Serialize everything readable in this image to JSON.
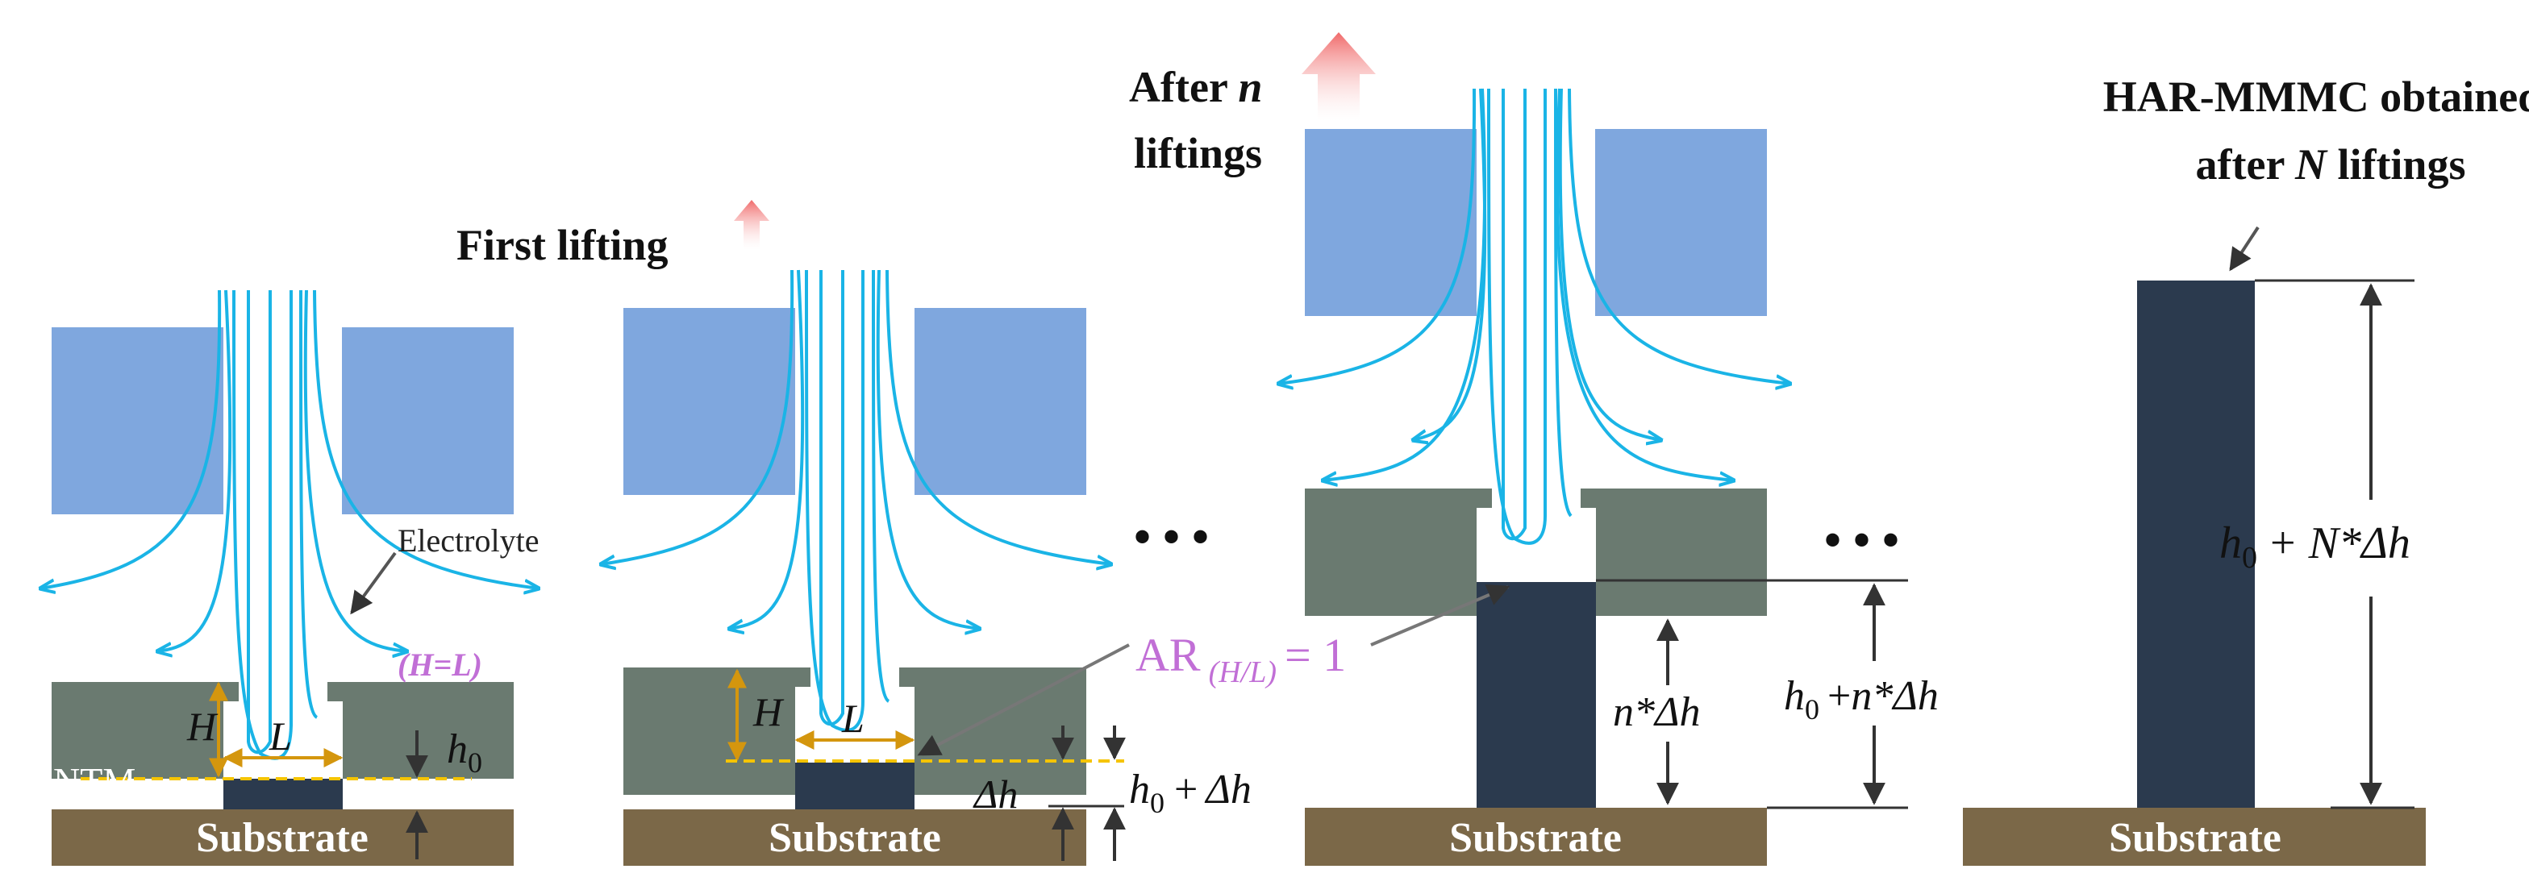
{
  "colors": {
    "electrode": "#7FA7DE",
    "ntm_mask": "#6A7A70",
    "deposit": "#2B3A4E",
    "substrate": "#7B6848",
    "flow": "#1AB4E6",
    "dimension_gold": "#D4960E",
    "ar_purple": "#C16FD6",
    "arrow_red": "#F06A6A"
  },
  "labels": {
    "first_lifting": "First lifting",
    "after_n_word": "After ",
    "after_n_var": "n",
    "liftings": "liftings",
    "har_line1": "HAR-MMMC obtained",
    "har_line2_pre": "after ",
    "har_line2_var": "N",
    "har_line2_post": " liftings",
    "electrolyte": "Electrolyte",
    "ntm": "NTM",
    "substrate": "Substrate",
    "ellipsis": "• • •",
    "H": "H",
    "L": "L",
    "h": "h",
    "sub0": "0",
    "h_eq_l": "(H=L)",
    "ar_main": "AR",
    "ar_sub": "(H/L)",
    "ar_eq": "= 1",
    "delta_h": "Δh",
    "plus": "+",
    "n_star": "n*",
    "N_star": "N*"
  }
}
